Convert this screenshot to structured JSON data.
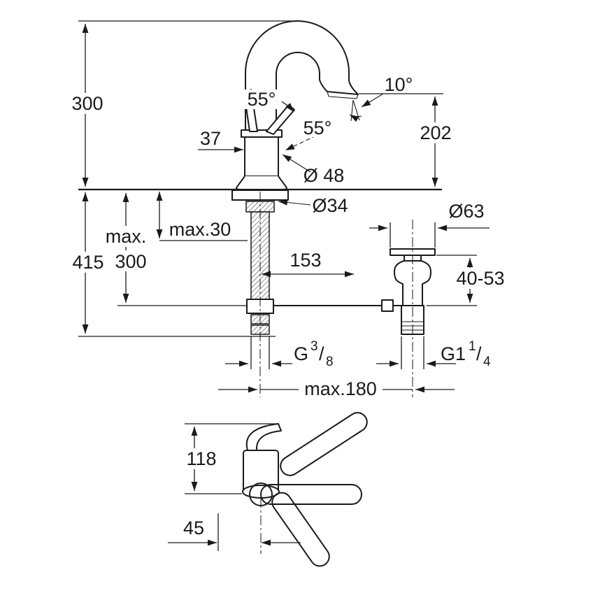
{
  "drawing": {
    "kind": "technical dimension drawing",
    "subject": "single-hole basin mixer with high swivel spout and pop-up waste set",
    "labels": {
      "dim_300_top": "300",
      "angle_55_upper": "55°",
      "angle_55_lower": "55°",
      "angle_10": "10°",
      "dim_37": "37",
      "dim_202": "202",
      "dia_48": "Ø 48",
      "dia_34": "Ø34",
      "dim_max30": "max.30",
      "dim_max_prefix": "max.",
      "dim_415": "415",
      "dim_300_lower": "300",
      "dim_153": "153",
      "dia_63": "Ø63",
      "dim_40_53": "40-53",
      "dim_max180": "max.180",
      "dim_118": "118",
      "dim_45": "45",
      "thread_small": {
        "prefix": "G",
        "numerator": "3",
        "slash": "/",
        "denominator": "8"
      },
      "thread_large": {
        "prefix": "G1",
        "numerator": "1",
        "slash": "/",
        "denominator": "4"
      }
    }
  }
}
